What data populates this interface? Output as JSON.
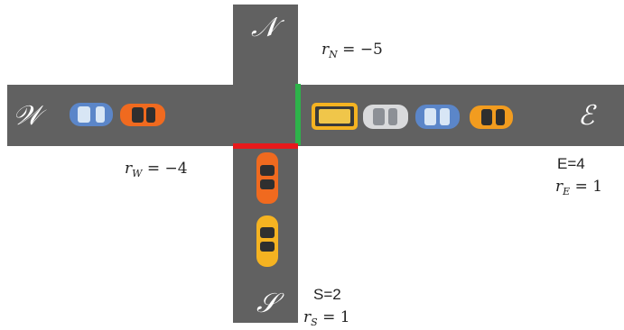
{
  "roads": {
    "north_label": "𝒩",
    "south_label": "𝒮",
    "west_label": "𝒲",
    "east_label": "ℰ"
  },
  "signals": {
    "east_signal_color": "#2db34a",
    "south_signal_color": "#e8191c"
  },
  "rewards": {
    "north": {
      "r": "r",
      "sub": "N",
      "value": " = −5"
    },
    "west": {
      "r": "r",
      "sub": "W",
      "value": " = −4"
    },
    "east": {
      "count": "E=4",
      "r": "r",
      "sub": "E",
      "value": " = 1"
    },
    "south": {
      "count": "S=2",
      "r": "r",
      "sub": "S",
      "value": " = 1"
    }
  },
  "cars": {
    "west": [
      "blue",
      "orange"
    ],
    "east": [
      "yellow-bus",
      "silver",
      "blue",
      "orange-yellow"
    ],
    "south": [
      "orange",
      "yellow"
    ]
  },
  "colors": {
    "road": "#616161",
    "car_blue": "#5b86c9",
    "car_orange": "#f06a1f",
    "car_yellow": "#f5b321",
    "car_silver": "#d9dadc"
  }
}
